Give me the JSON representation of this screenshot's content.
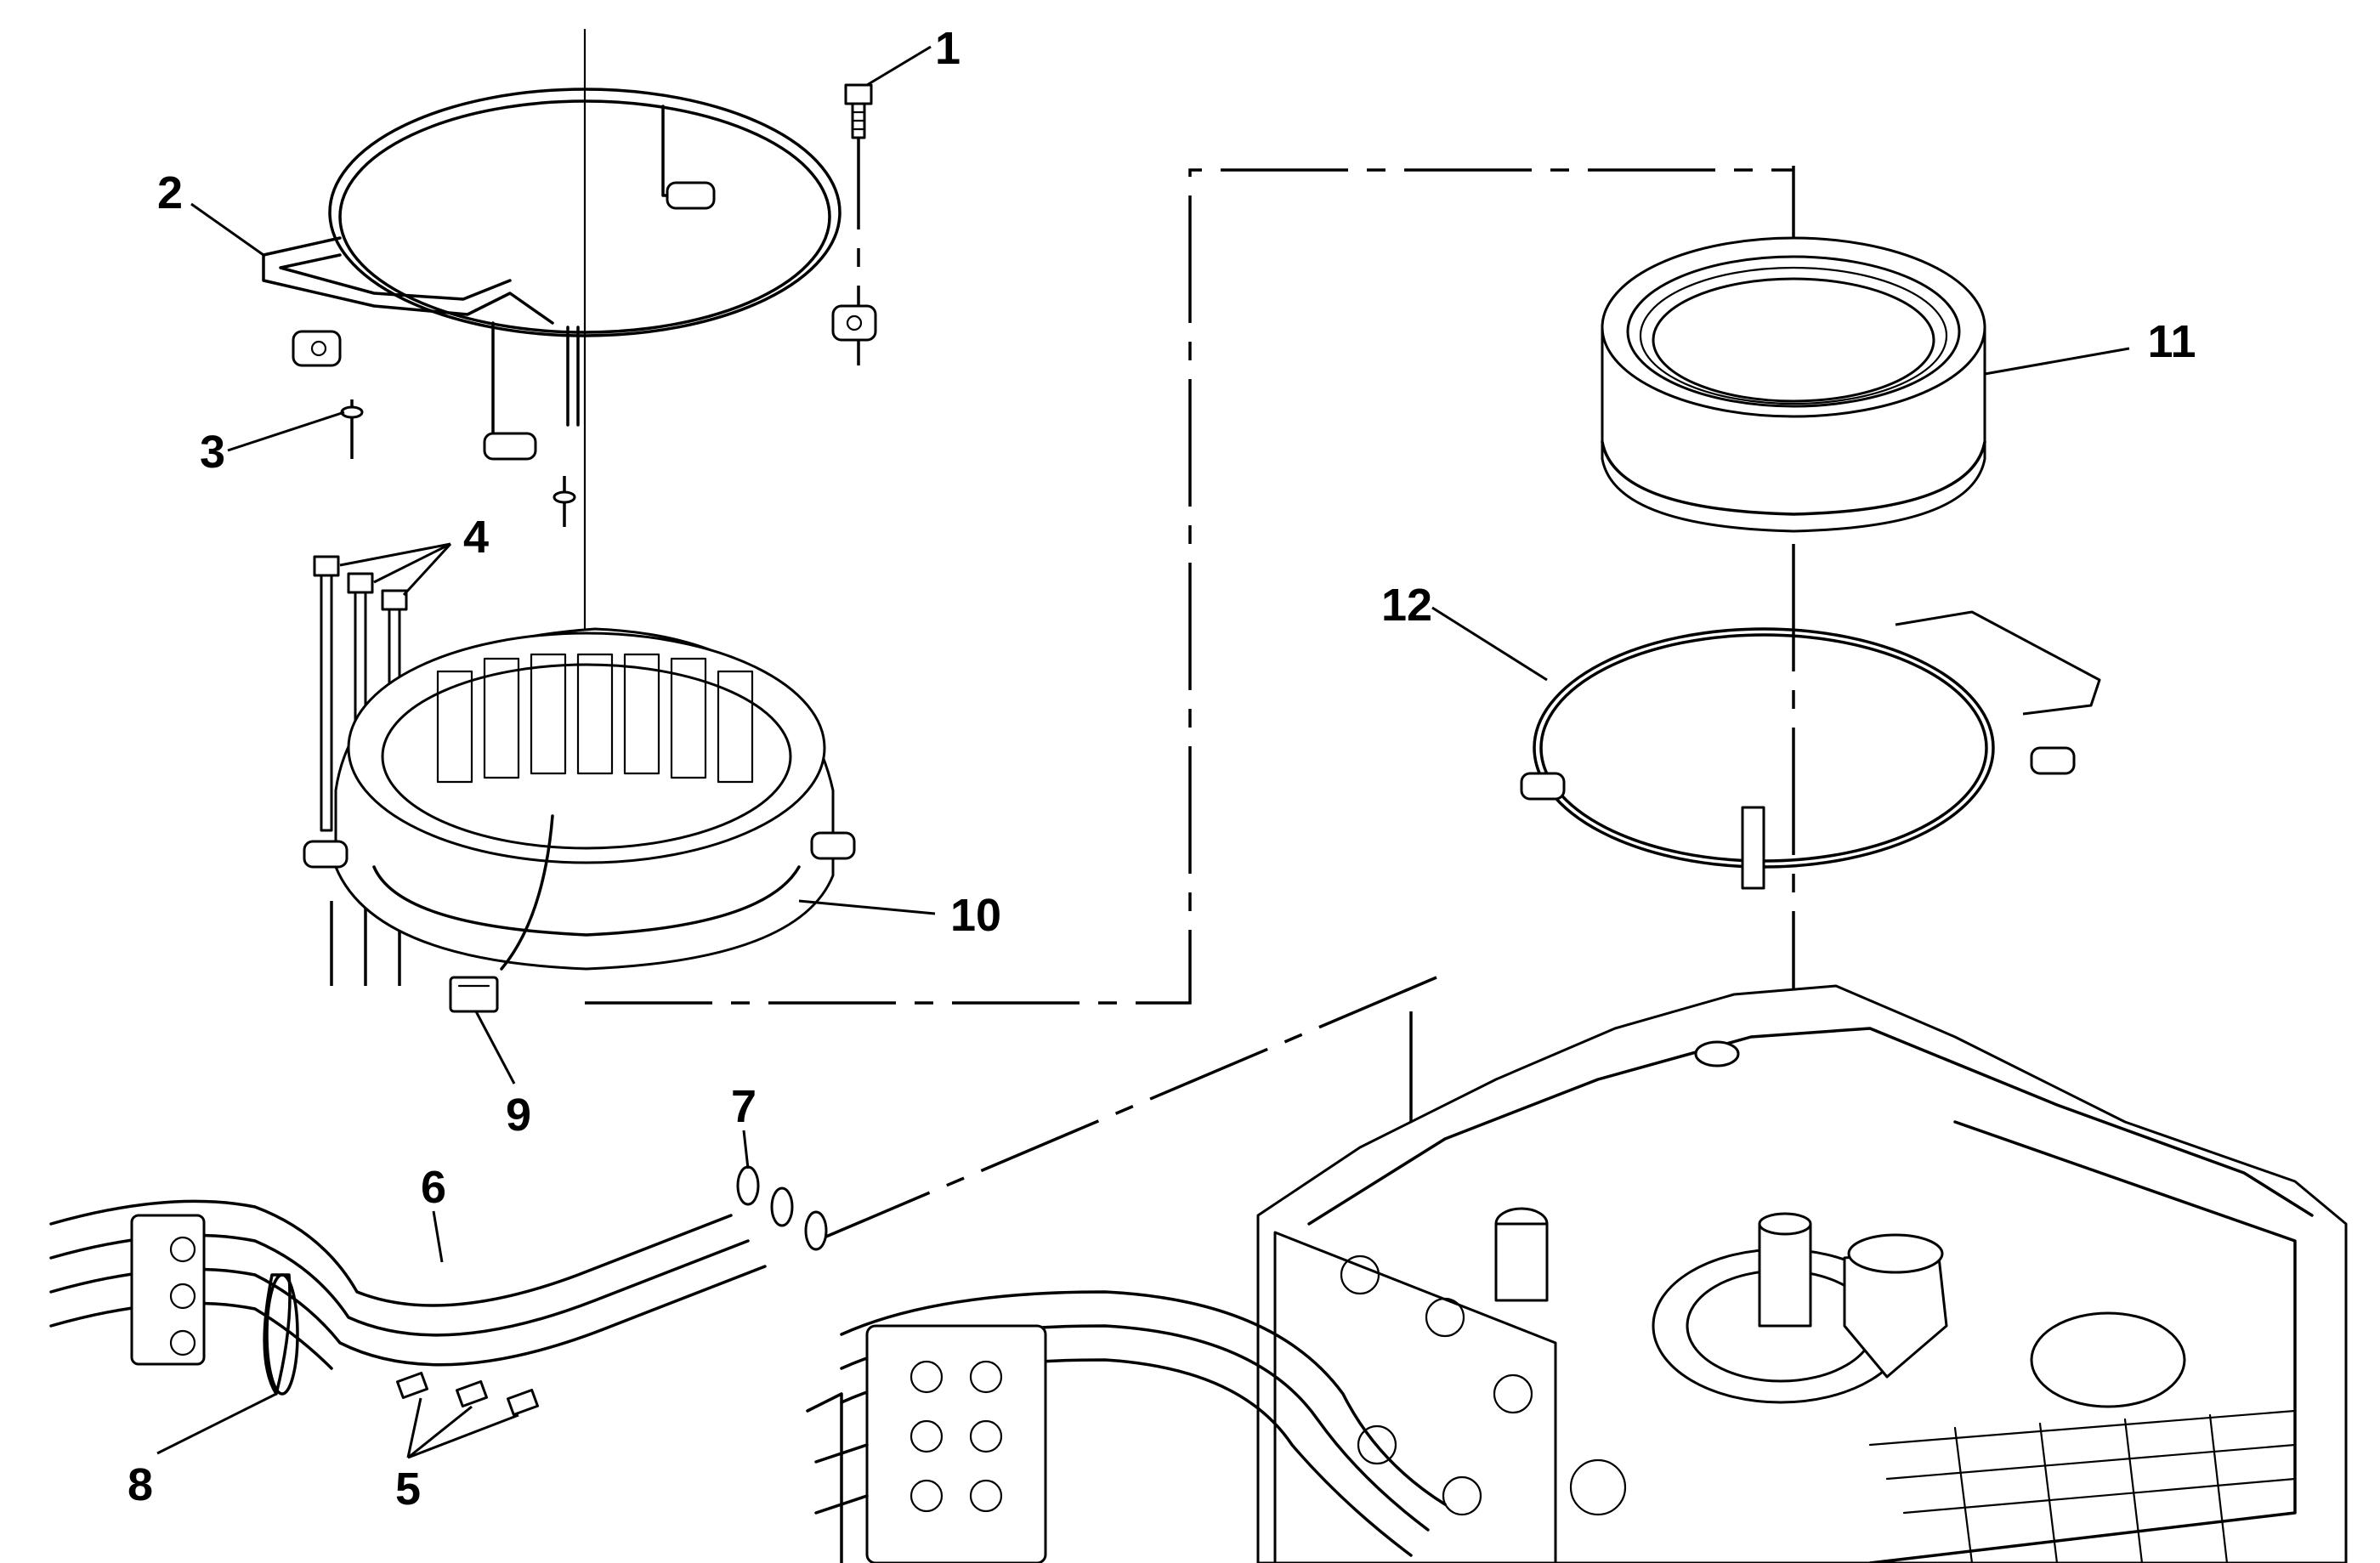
{
  "figure": {
    "type": "exploded-view",
    "callouts": [
      {
        "id": "callout-1",
        "label": "1"
      },
      {
        "id": "callout-2",
        "label": "2"
      },
      {
        "id": "callout-3",
        "label": "3"
      },
      {
        "id": "callout-4",
        "label": "4"
      },
      {
        "id": "callout-5",
        "label": "5"
      },
      {
        "id": "callout-6",
        "label": "6"
      },
      {
        "id": "callout-7",
        "label": "7"
      },
      {
        "id": "callout-8",
        "label": "8"
      },
      {
        "id": "callout-9",
        "label": "9"
      },
      {
        "id": "callout-10",
        "label": "10"
      },
      {
        "id": "callout-11",
        "label": "11"
      },
      {
        "id": "callout-12",
        "label": "12"
      }
    ]
  }
}
